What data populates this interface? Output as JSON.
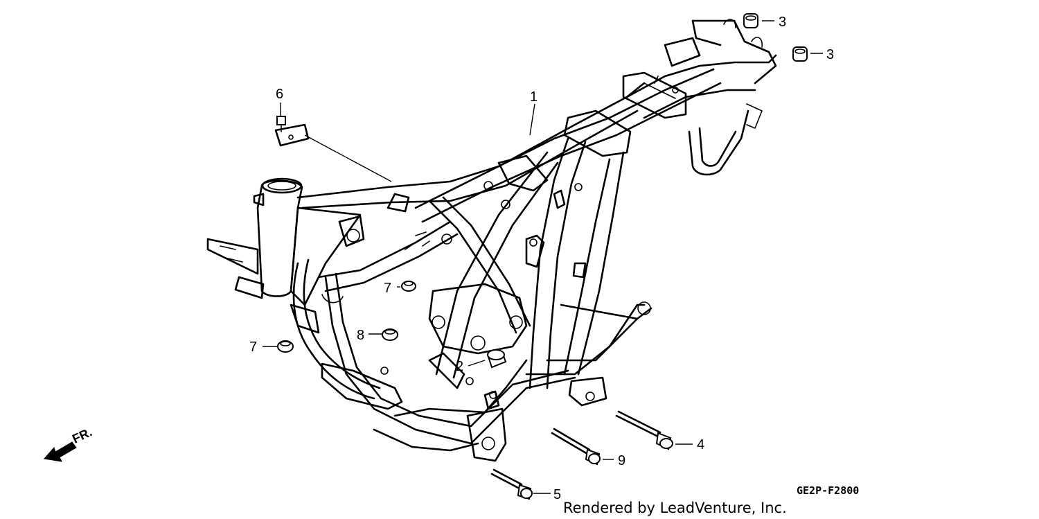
{
  "diagram": {
    "callouts": [
      {
        "id": "c1",
        "label": "1"
      },
      {
        "id": "c2",
        "label": "2"
      },
      {
        "id": "c3a",
        "label": "3"
      },
      {
        "id": "c3b",
        "label": "3"
      },
      {
        "id": "c4",
        "label": "4"
      },
      {
        "id": "c5",
        "label": "5"
      },
      {
        "id": "c6",
        "label": "6"
      },
      {
        "id": "c7a",
        "label": "7"
      },
      {
        "id": "c7b",
        "label": "7"
      },
      {
        "id": "c8",
        "label": "8"
      },
      {
        "id": "c9",
        "label": "9"
      }
    ],
    "direction_label": "FR.",
    "diagram_code": "GE2P-F2800",
    "credit": "Rendered by LeadVenture, Inc."
  },
  "colors": {
    "ink": "#000000",
    "background": "#ffffff"
  }
}
